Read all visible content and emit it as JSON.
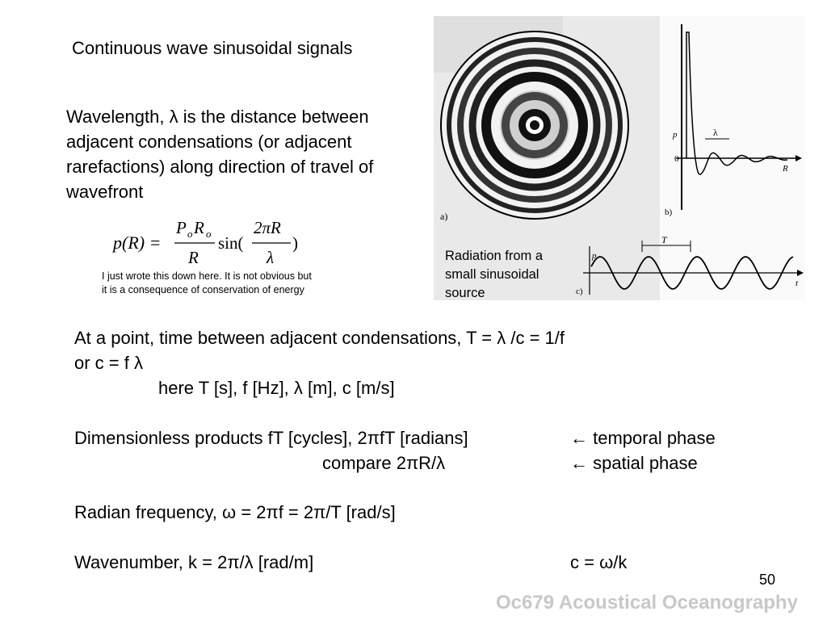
{
  "slide": {
    "title": "Continuous wave sinusoidal signals",
    "wavelength_text": "Wavelength,  λ is the distance between adjacent condensations (or adjacent rarefactions) along direction of travel of wavefront",
    "formula": {
      "lhs": "p(R) =",
      "num": "P",
      "num_sub1": "o",
      "num_mid": "R",
      "num_sub2": "o",
      "den": "R",
      "sin": "sin(",
      "arg_num": "2πR",
      "arg_den": "λ",
      "close": ")"
    },
    "note_line1": "I just wrote this down here. It is not obvious but",
    "note_line2": "it is a consequence of conservation of energy",
    "figure": {
      "caption_line1": "Radiation from a",
      "caption_line2": "small sinusoidal",
      "caption_line3": "source",
      "label_a": "a)",
      "label_b": "b)",
      "label_c": "c)",
      "label_p_b": "p",
      "label_zero": "0",
      "label_lambda": "λ",
      "label_R": "R",
      "label_T": "T",
      "label_p_c": "p",
      "label_t": "t"
    },
    "lines": {
      "l1": "At a point, time between adjacent condensations, T =  λ /c = 1/f",
      "l2": "or c = f λ",
      "l3": "here T [s], f [Hz],  λ [m], c [m/s]",
      "l4a": "Dimensionless products fT [cycles], 2πfT [radians]",
      "l4b": "← temporal phase",
      "l5a": "compare 2πR/λ",
      "l5b": "← spatial phase",
      "l6": "Radian frequency,  ω = 2πf = 2π/T [rad/s]",
      "l7a": "Wavenumber, k = 2π/λ [rad/m]",
      "l7b": "c =  ω/k"
    },
    "page_number": "50",
    "footer": "Oc679 Acoustical Oceanography"
  }
}
